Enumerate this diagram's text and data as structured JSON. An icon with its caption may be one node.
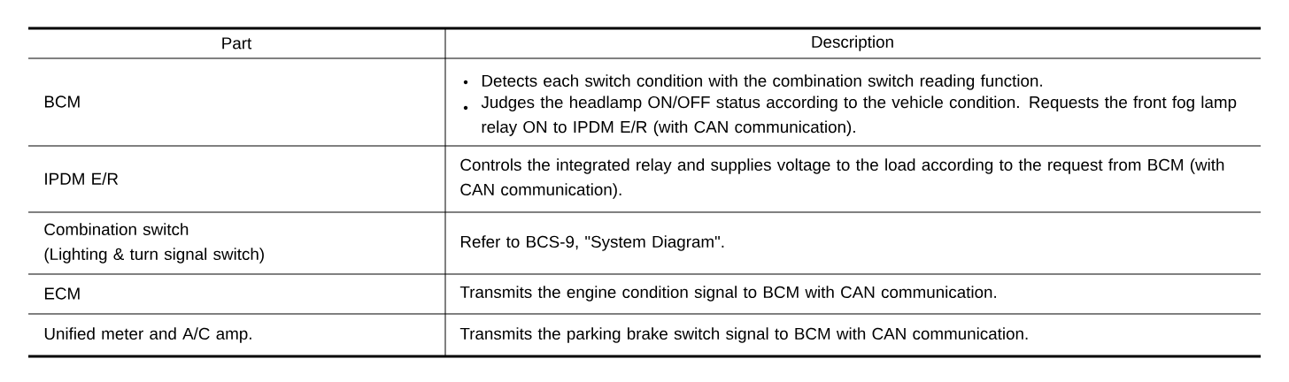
{
  "diagram": {
    "labels": [
      "Part",
      "Description",
      "BCM",
      "Detects each switch condition with the combination switch reading function.",
      "Judges the headlamp ON/OFF status according to the vehicle condition. Requests the front fog lamp relay ON to IPDM E/R (with CAN communication).",
      "IPDM E/R",
      "Controls the integrated relay and supplies voltage to the load according to the request from BCM (with CAN communication).",
      "Combination switch",
      "(Lighting & turn signal switch)",
      "Refer to BCS-9, \"System Diagram\".",
      "ECM",
      "Transmits the engine condition signal to BCM with CAN communication.",
      "Unified meter and A/C amp.",
      "Transmits the parking brake switch signal to BCM with CAN communication."
    ]
  }
}
